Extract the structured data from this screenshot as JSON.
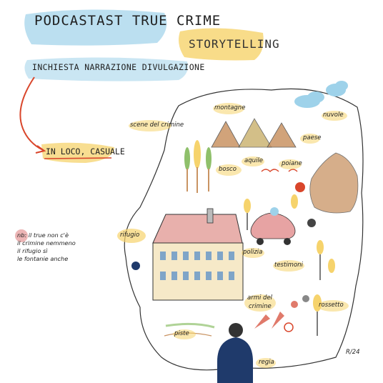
{
  "title": "PODCASTAST TRUE CRIME",
  "subtitle": "INCHIESTA NARRAZIONE DIVULGAZIONE",
  "storytelling": "STORYTELLING",
  "in_luogo": "IN LOCO, CASUALE",
  "note_lines": [
    "nb: il true non c'è",
    "il crimine nemmeno",
    "il rifugio sì",
    "le fontanie anche"
  ],
  "labels": {
    "scene": "scene del crimine",
    "montagne": "montagne",
    "nuvole": "nuvole",
    "paese": "paese",
    "bosco": "bosco",
    "aquile": "aquile",
    "poiane": "poiane",
    "rifugio": "rifugio",
    "polizia": "polizia",
    "testimoni": "testimoni",
    "armi1": "armi del",
    "armi2": "crimine",
    "rossetto": "rossetto",
    "piste": "piste",
    "regia": "regia",
    "signature": "R/24"
  },
  "colors": {
    "blue": "#9ed2ea",
    "yellow": "#f6d36c",
    "red": "#d9462b",
    "pink": "#e7a3a3",
    "roof": "#e8b0ac",
    "brown": "#c99463",
    "green": "#8fc06b"
  }
}
